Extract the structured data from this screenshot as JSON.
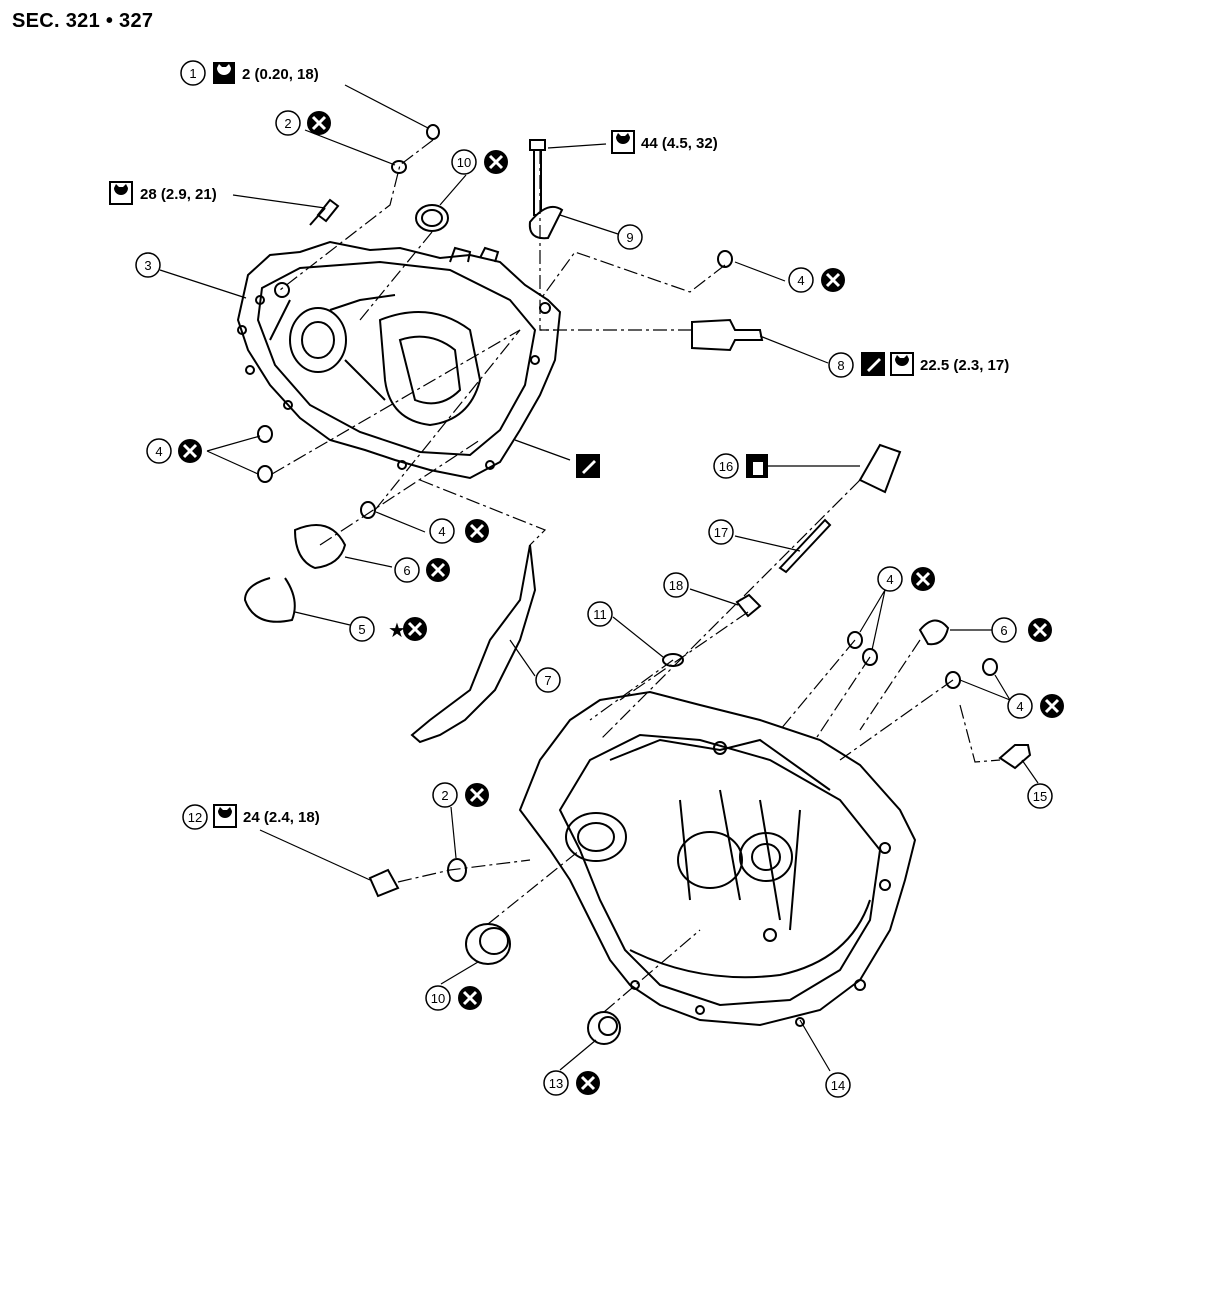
{
  "header": {
    "section": "SEC. 321 • 327"
  },
  "callouts": [
    {
      "id": "c1",
      "number": "1",
      "spec": "2 (0.20, 18)"
    },
    {
      "id": "c2a",
      "number": "2"
    },
    {
      "id": "c3",
      "number": "3"
    },
    {
      "id": "c28",
      "spec": "28 (2.9, 21)"
    },
    {
      "id": "c10a",
      "number": "10"
    },
    {
      "id": "c44",
      "spec": "44 (4.5, 32)"
    },
    {
      "id": "c9",
      "number": "9"
    },
    {
      "id": "c4a",
      "number": "4"
    },
    {
      "id": "c8",
      "number": "8",
      "spec": "22.5 (2.3, 17)"
    },
    {
      "id": "c4b",
      "number": "4"
    },
    {
      "id": "c4c",
      "number": "4"
    },
    {
      "id": "c6a",
      "number": "6"
    },
    {
      "id": "c5",
      "number": "5"
    },
    {
      "id": "c7",
      "number": "7"
    },
    {
      "id": "c16",
      "number": "16"
    },
    {
      "id": "c17",
      "number": "17"
    },
    {
      "id": "c18",
      "number": "18"
    },
    {
      "id": "c11",
      "number": "11"
    },
    {
      "id": "c4d",
      "number": "4"
    },
    {
      "id": "c6b",
      "number": "6"
    },
    {
      "id": "c4e",
      "number": "4"
    },
    {
      "id": "c15",
      "number": "15"
    },
    {
      "id": "c12",
      "number": "12",
      "spec": "24 (2.4, 18)"
    },
    {
      "id": "c2b",
      "number": "2"
    },
    {
      "id": "c10b",
      "number": "10"
    },
    {
      "id": "c13",
      "number": "13"
    },
    {
      "id": "c14",
      "number": "14"
    }
  ],
  "symbols": {
    "do_not_reuse": "x-circle-icon",
    "torque": "torque-wrench-icon",
    "sealant": "sealant-icon",
    "grease": "grease-icon",
    "star": "★"
  }
}
